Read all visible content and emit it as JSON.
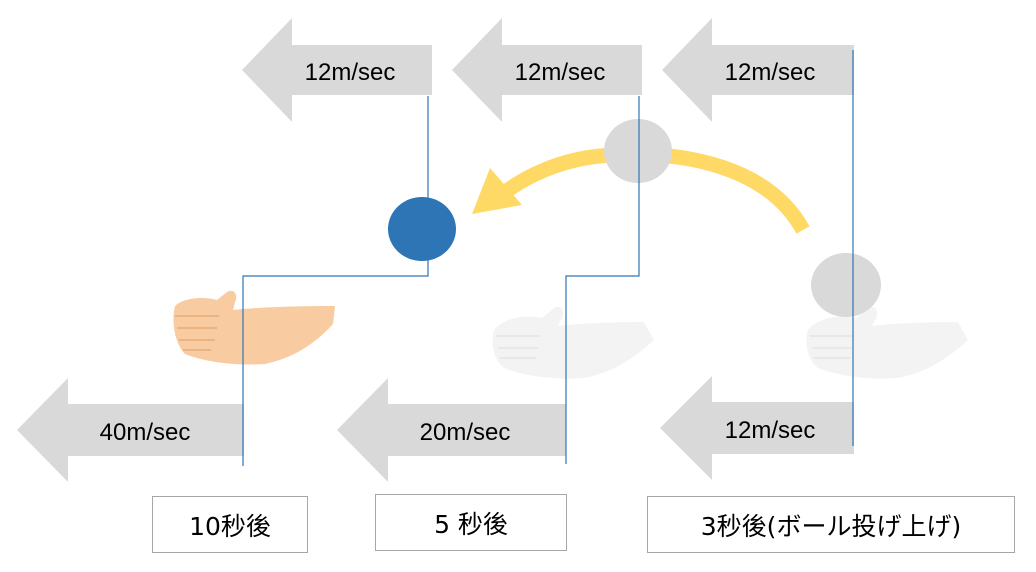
{
  "colors": {
    "arrow_gray": "#d9d9d9",
    "ball_blue": "#2e75b6",
    "ball_gray": "#d9d9d9",
    "curve_yellow": "#ffd966",
    "line_blue": "#2e75b6",
    "hand_skin": "#f8cba0"
  },
  "top_speeds": [
    "12m/sec",
    "12m/sec",
    "12m/sec"
  ],
  "bottom_speeds": [
    "40m/sec",
    "20m/sec",
    "12m/sec"
  ],
  "captions": [
    "10秒後",
    "5 秒後",
    "3秒後(ボール投げ上げ)"
  ],
  "icons": [
    "left-arrow-icon",
    "ball-icon",
    "hand-icon",
    "curved-arrow-icon"
  ]
}
